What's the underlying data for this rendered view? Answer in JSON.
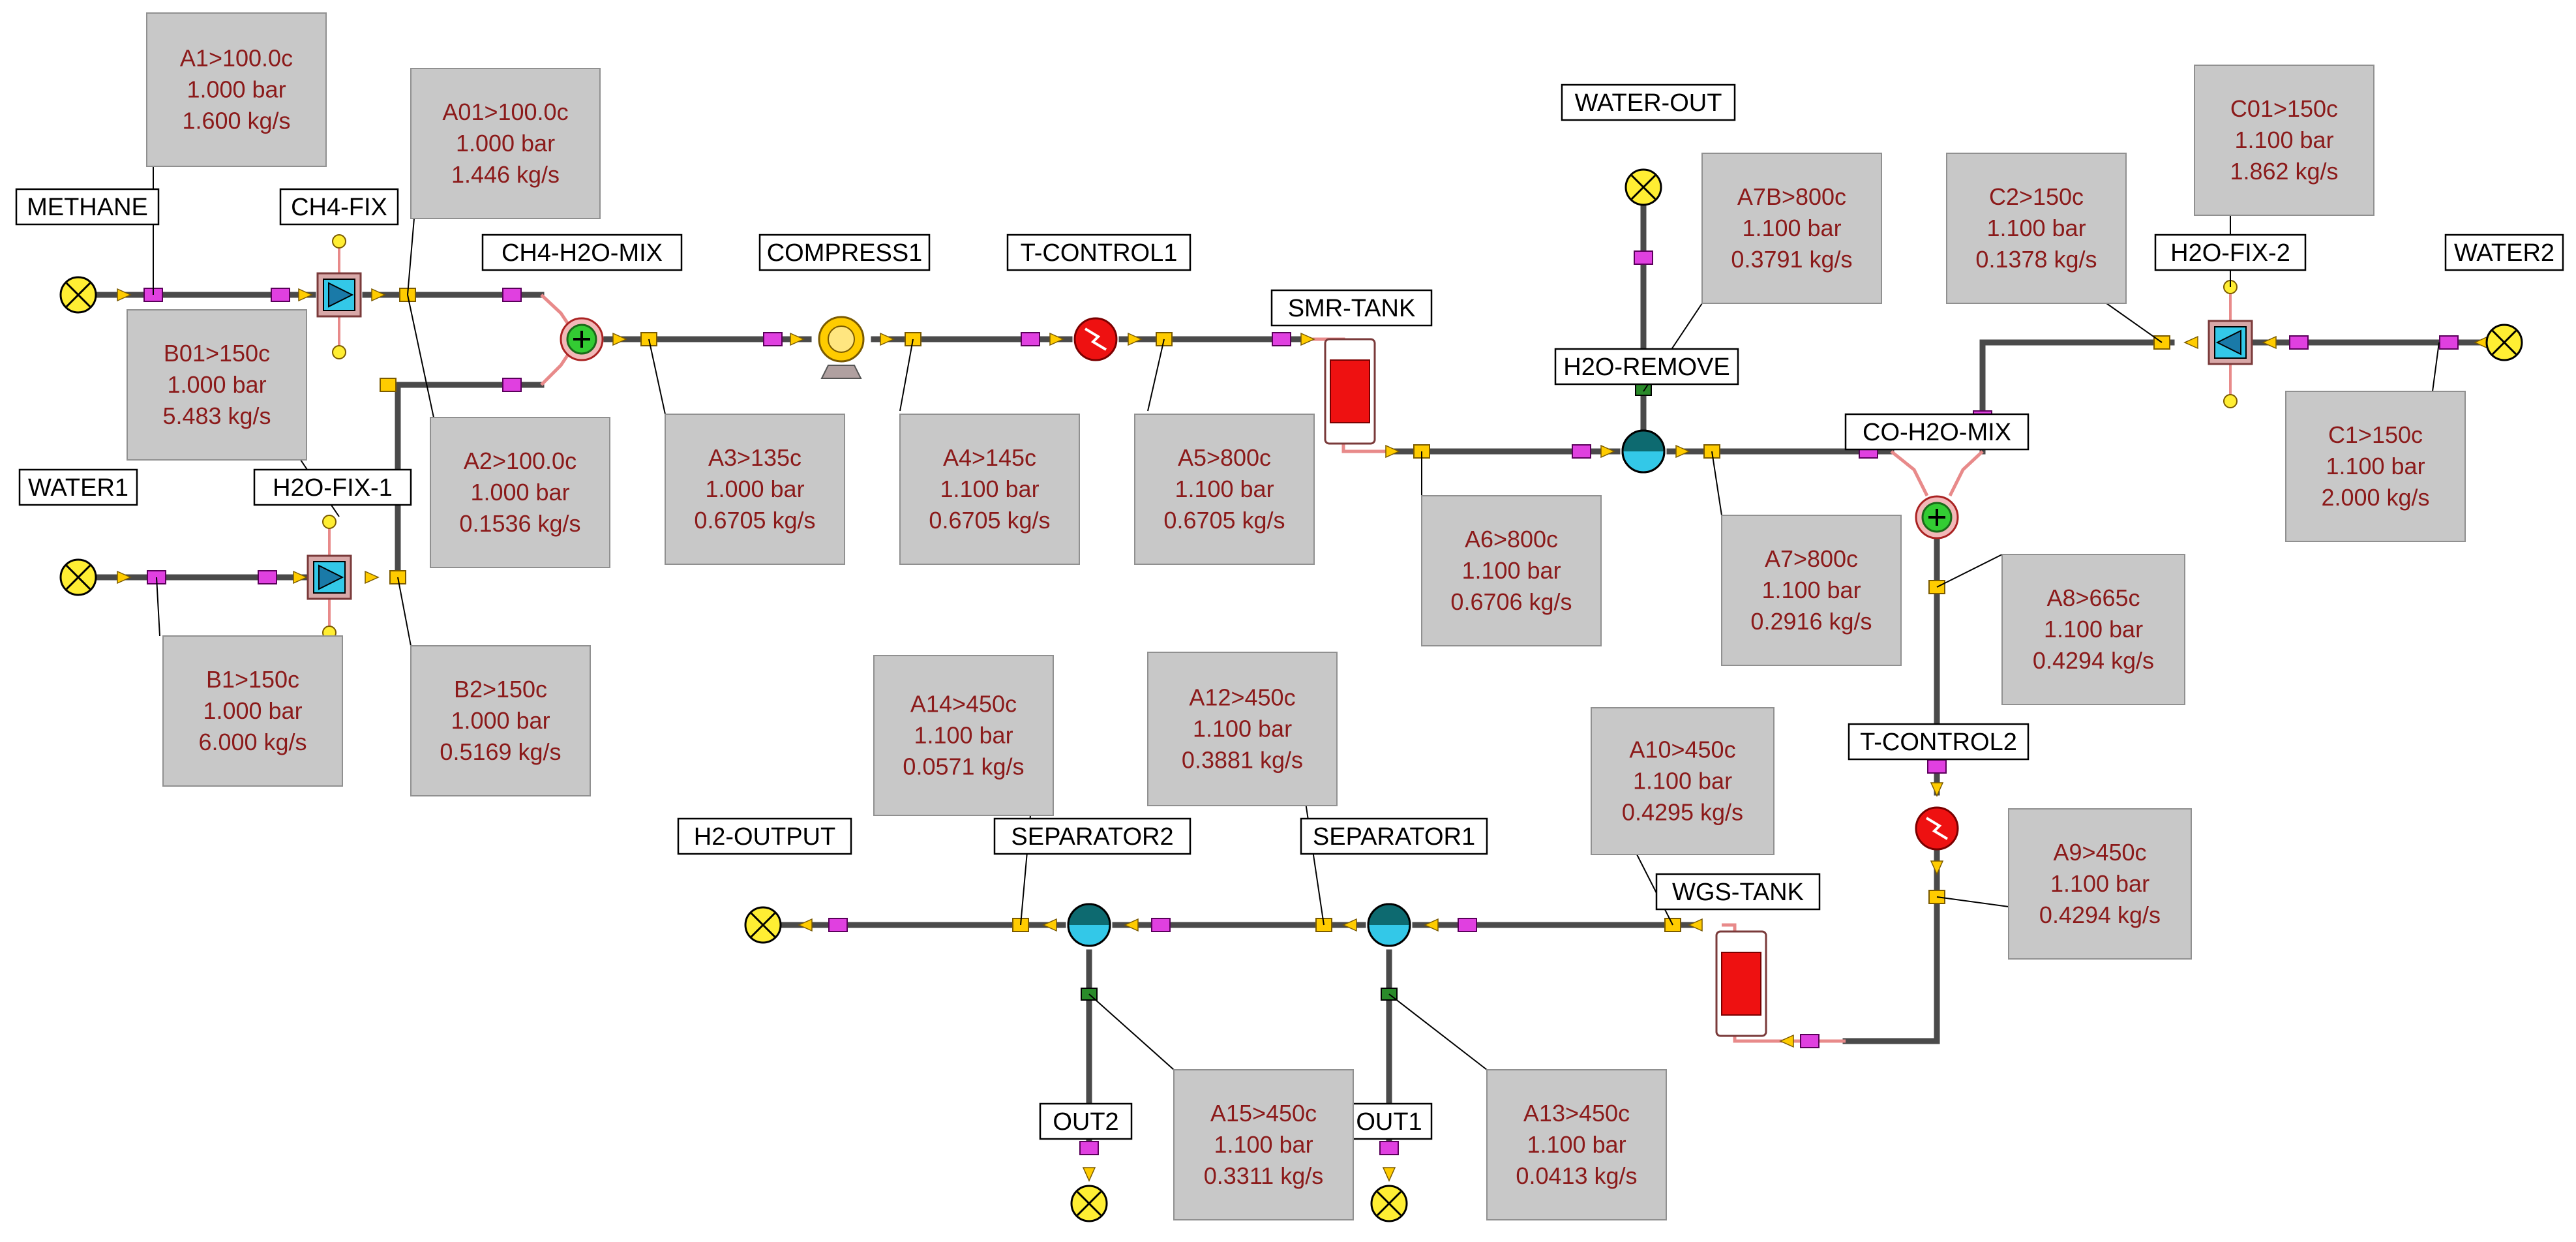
{
  "colors": {
    "pipe": "#4a4a4a",
    "connector_magenta": "#e040e0",
    "connector_yellow": "#ffcc00",
    "endpoint_yellow": "#ffee33",
    "mixer_green": "#33cc33",
    "separator_teal": "#1aa0a8",
    "heater_red": "#ee1111",
    "fixer_cyan": "#33c8e8",
    "tank_red": "#ee1111",
    "stream_box_fill": "#c8c8c8",
    "stream_text": "#8b1a1a",
    "label_text": "#000000"
  },
  "units": {
    "METHANE": "METHANE",
    "CH4_FIX": "CH4-FIX",
    "CH4_H2O_MIX": "CH4-H2O-MIX",
    "COMPRESS1": "COMPRESS1",
    "T_CONTROL1": "T-CONTROL1",
    "SMR_TANK": "SMR-TANK",
    "WATER_OUT": "WATER-OUT",
    "H2O_REMOVE": "H2O-REMOVE",
    "CO_H2O_MIX": "CO-H2O-MIX",
    "H2O_FIX_2": "H2O-FIX-2",
    "WATER2": "WATER2",
    "WATER1": "WATER1",
    "H2O_FIX_1": "H2O-FIX-1",
    "T_CONTROL2": "T-CONTROL2",
    "H2_OUTPUT": "H2-OUTPUT",
    "SEPARATOR2": "SEPARATOR2",
    "SEPARATOR1": "SEPARATOR1",
    "WGS_TANK": "WGS-TANK",
    "OUT2": "OUT2",
    "OUT1": "OUT1"
  },
  "streams": {
    "A1": {
      "name": "A1>100.0c",
      "pressure": "1.000 bar",
      "flow": "1.600 kg/s"
    },
    "A01": {
      "name": "A01>100.0c",
      "pressure": "1.000 bar",
      "flow": "1.446 kg/s"
    },
    "B01": {
      "name": "B01>150c",
      "pressure": "1.000 bar",
      "flow": "5.483 kg/s"
    },
    "A2": {
      "name": "A2>100.0c",
      "pressure": "1.000 bar",
      "flow": "0.1536 kg/s"
    },
    "A3": {
      "name": "A3>135c",
      "pressure": "1.000 bar",
      "flow": "0.6705 kg/s"
    },
    "A4": {
      "name": "A4>145c",
      "pressure": "1.100 bar",
      "flow": "0.6705 kg/s"
    },
    "A5": {
      "name": "A5>800c",
      "pressure": "1.100 bar",
      "flow": "0.6705 kg/s"
    },
    "A6": {
      "name": "A6>800c",
      "pressure": "1.100 bar",
      "flow": "0.6706 kg/s"
    },
    "A7B": {
      "name": "A7B>800c",
      "pressure": "1.100 bar",
      "flow": "0.3791 kg/s"
    },
    "A7": {
      "name": "A7>800c",
      "pressure": "1.100 bar",
      "flow": "0.2916 kg/s"
    },
    "C2": {
      "name": "C2>150c",
      "pressure": "1.100 bar",
      "flow": "0.1378 kg/s"
    },
    "C01": {
      "name": "C01>150c",
      "pressure": "1.100 bar",
      "flow": "1.862 kg/s"
    },
    "C1": {
      "name": "C1>150c",
      "pressure": "1.100 bar",
      "flow": "2.000 kg/s"
    },
    "A8": {
      "name": "A8>665c",
      "pressure": "1.100 bar",
      "flow": "0.4294 kg/s"
    },
    "B1": {
      "name": "B1>150c",
      "pressure": "1.000 bar",
      "flow": "6.000 kg/s"
    },
    "B2": {
      "name": "B2>150c",
      "pressure": "1.000 bar",
      "flow": "0.5169 kg/s"
    },
    "A14": {
      "name": "A14>450c",
      "pressure": "1.100 bar",
      "flow": "0.0571 kg/s"
    },
    "A12": {
      "name": "A12>450c",
      "pressure": "1.100 bar",
      "flow": "0.3881 kg/s"
    },
    "A10": {
      "name": "A10>450c",
      "pressure": "1.100 bar",
      "flow": "0.4295 kg/s"
    },
    "A9": {
      "name": "A9>450c",
      "pressure": "1.100 bar",
      "flow": "0.4294 kg/s"
    },
    "A15": {
      "name": "A15>450c",
      "pressure": "1.100 bar",
      "flow": "0.3311 kg/s"
    },
    "A13": {
      "name": "A13>450c",
      "pressure": "1.100 bar",
      "flow": "0.0413 kg/s"
    }
  }
}
